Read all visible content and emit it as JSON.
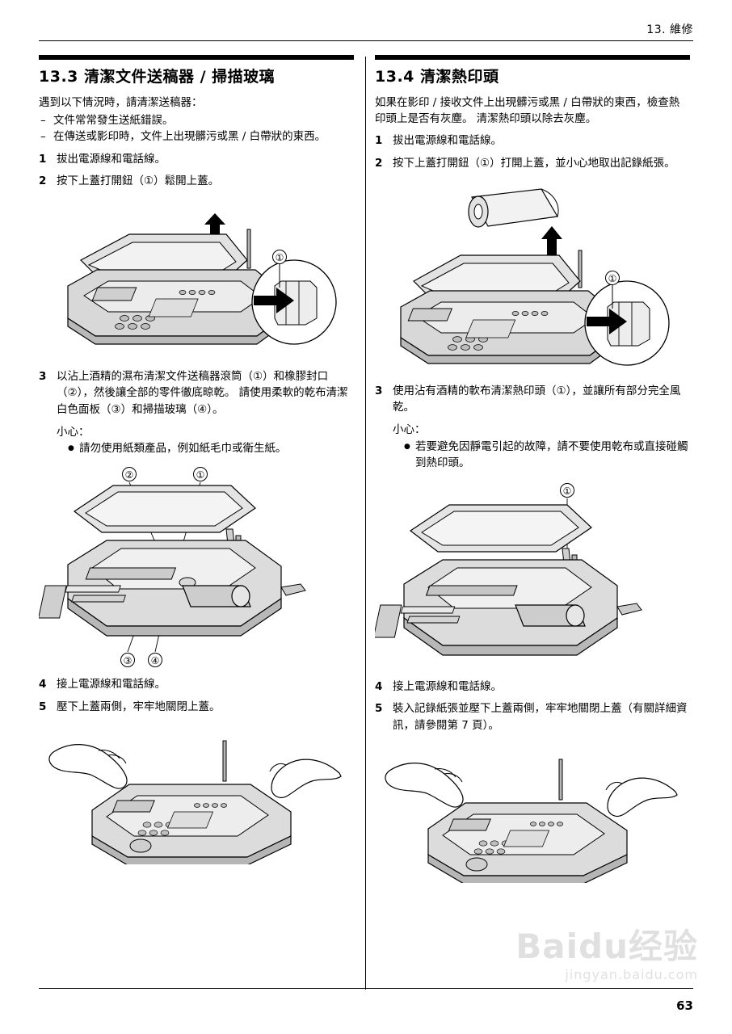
{
  "header": {
    "chapter": "13. 維修"
  },
  "footer": {
    "page_number": "63"
  },
  "watermark": {
    "brand": "Baidu",
    "suffix": "经验",
    "url": "jingyan.baidu.com"
  },
  "left_column": {
    "title": "13.3 清潔文件送稿器 / 掃描玻璃",
    "intro": "遇到以下情況時，請清潔送稿器：",
    "dash_items": [
      "文件常常發生送紙錯誤。",
      "在傳送或影印時，文件上出現髒污或黑 / 白帶狀的東西。"
    ],
    "steps": [
      {
        "num": "1",
        "text": "拔出電源線和電話線。"
      },
      {
        "num": "2",
        "text": "按下上蓋打開鈕（①）鬆開上蓋。"
      },
      {
        "num": "3",
        "text": "以沾上酒精的濕布清潔文件送稿器滾筒（①）和橡膠封口（②），然後讓全部的零件徹底晾乾。 請使用柔軟的乾布清潔白色面板（③）和掃描玻璃（④）。"
      },
      {
        "num": "4",
        "text": "接上電源線和電話線。"
      },
      {
        "num": "5",
        "text": "壓下上蓋兩側，牢牢地關閉上蓋。"
      }
    ],
    "caution": {
      "label": "小心：",
      "items": [
        "請勿使用紙類產品，例如紙毛巾或衛生紙。"
      ]
    },
    "figure_labels": {
      "fig1": [
        "①"
      ],
      "fig2": [
        "②",
        "①",
        "③",
        "④"
      ]
    }
  },
  "right_column": {
    "title": "13.4 清潔熱印頭",
    "intro": "如果在影印 / 接收文件上出現髒污或黑 / 白帶狀的東西，檢查熱印頭上是否有灰塵。 清潔熱印頭以除去灰塵。",
    "steps": [
      {
        "num": "1",
        "text": "拔出電源線和電話線。"
      },
      {
        "num": "2",
        "text": "按下上蓋打開鈕（①）打開上蓋，並小心地取出記錄紙張。"
      },
      {
        "num": "3",
        "text": "使用沾有酒精的軟布清潔熱印頭（①），並讓所有部分完全風乾。"
      },
      {
        "num": "4",
        "text": "接上電源線和電話線。"
      },
      {
        "num": "5",
        "text": "裝入記錄紙張並壓下上蓋兩側，牢牢地關閉上蓋（有關詳細資訊，請參閱第 7 頁）。"
      }
    ],
    "caution": {
      "label": "小心：",
      "items": [
        "若要避免因靜電引起的故障，請不要使用乾布或直接碰觸到熱印頭。"
      ]
    },
    "figure_labels": {
      "fig1": [
        "①"
      ],
      "fig2": [
        "①"
      ]
    }
  },
  "colors": {
    "ink": "#000000",
    "paper": "#ffffff",
    "device_light": "#e8e8e8",
    "device_mid": "#c9c9c9",
    "device_dark": "#a8a8a8",
    "watermark_gray": "#9a9a9a"
  }
}
